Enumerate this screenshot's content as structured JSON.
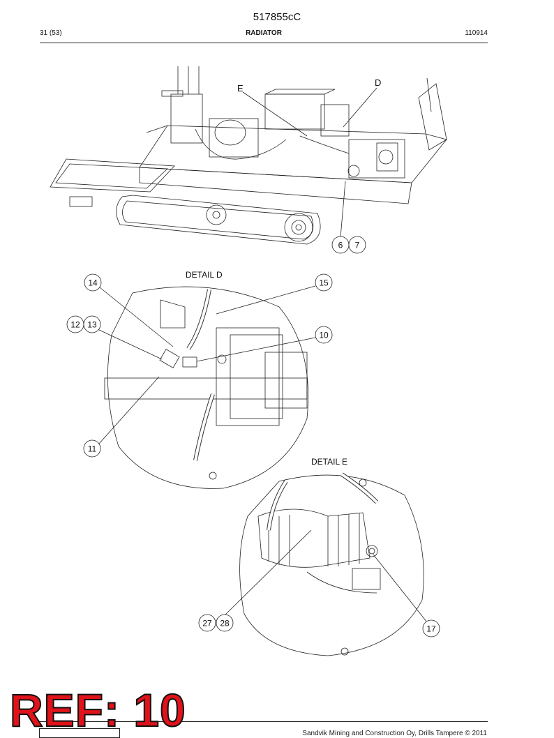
{
  "header": {
    "document_id": "517855cC",
    "page": "31 (53)",
    "section_title": "RADIATOR",
    "date_code": "110914"
  },
  "drawing": {
    "view_labels": {
      "detail_d_callout": "D",
      "detail_e_callout": "E",
      "detail_d_title": "DETAIL D",
      "detail_e_title": "DETAIL E"
    },
    "item_numbers": {
      "n6": "6",
      "n7": "7",
      "n14": "14",
      "n15": "15",
      "n12": "12",
      "n13": "13",
      "n10": "10",
      "n11": "11",
      "n27": "27",
      "n28": "28",
      "n17": "17"
    }
  },
  "stamp": {
    "text": "REF: 10"
  },
  "footer": {
    "copyright": "Sandvik Mining and Construction Oy, Drills Tampere © 2011"
  }
}
